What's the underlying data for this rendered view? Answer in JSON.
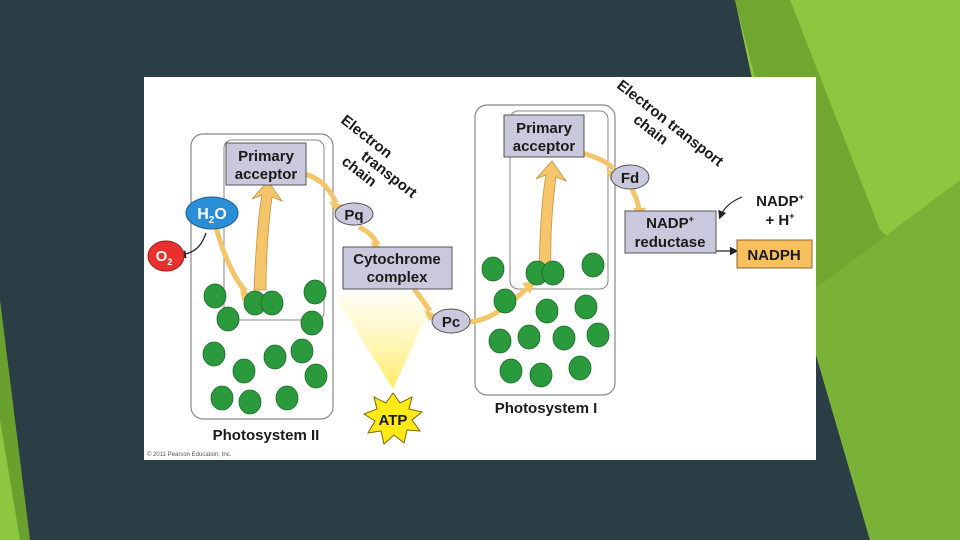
{
  "diagram": {
    "ps2": {
      "primary_acceptor": [
        "Primary",
        "acceptor"
      ],
      "label": "Photosystem II"
    },
    "ps1": {
      "primary_acceptor": [
        "Primary",
        "acceptor"
      ],
      "label": "Photosystem I"
    },
    "water": {
      "main": "H",
      "sub": "2",
      "end": "O"
    },
    "oxygen": {
      "main": "O",
      "sub": "2"
    },
    "etc1": [
      "Electron",
      "transport",
      "chain"
    ],
    "etc2": [
      "Electron transport",
      "chain"
    ],
    "pq": "Pq",
    "cytochrome": [
      "Cytochrome",
      "complex"
    ],
    "pc": "Pc",
    "atp": "ATP",
    "fd": "Fd",
    "nadp_reductase": {
      "line1": "NADP",
      "sup": "+",
      "line2": "reductase"
    },
    "nadp_input": {
      "line1": "NADP",
      "sup1": "+",
      "line2": "+ H",
      "sup2": "+"
    },
    "nadph": "NADPH",
    "copyright": "© 2011 Pearson Education, Inc."
  },
  "colors": {
    "slide_bg": "#2b3d45",
    "accent_green": "#8dc63f",
    "chlorophyll": "#2a9a3c",
    "label_box": "#c9c8dc",
    "nadph_box": "#f7bf5e",
    "arrow": "#f5c56b",
    "water": "#2a8ed6",
    "oxygen": "#e8312f",
    "atp": "#ffe919"
  }
}
